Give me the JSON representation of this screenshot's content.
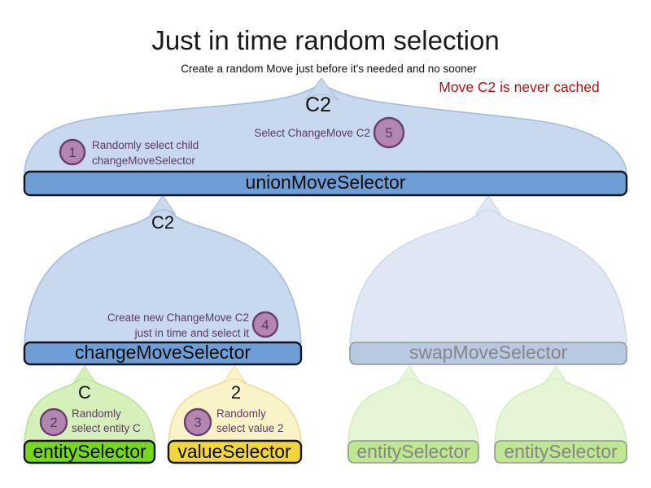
{
  "header": {
    "title": "Just in time random selection",
    "subtitle": "Create a random Move just before it's needed and no sooner"
  },
  "note": {
    "text": "Move C2 is never cached"
  },
  "selectors": {
    "union": {
      "label": "unionMoveSelector",
      "output": "C2"
    },
    "change": {
      "label": "changeMoveSelector",
      "output": "C2"
    },
    "swap": {
      "label": "swapMoveSelector"
    },
    "entity": {
      "label": "entitySelector",
      "output": "C"
    },
    "value": {
      "label": "valueSelector",
      "output": "2"
    },
    "faded_entity_1": {
      "label": "entitySelector"
    },
    "faded_entity_2": {
      "label": "entitySelector"
    }
  },
  "steps": [
    {
      "number": "1",
      "line1": "Randomly select child",
      "line2": "changeMoveSelector"
    },
    {
      "number": "2",
      "line1": "Randomly",
      "line2": "select entity C"
    },
    {
      "number": "3",
      "line1": "Randomly",
      "line2": "select value 2"
    },
    {
      "number": "4",
      "line1": "Create new ChangeMove C2",
      "line2": "just in time and select it"
    },
    {
      "number": "5",
      "line1": "Select ChangeMove C2"
    }
  ],
  "colors": {
    "mound_blue_fill": "#c8d8ee",
    "mound_blue_stroke": "#a5bcdc",
    "mound_blue_faded_fill": "#dfe7f4",
    "mound_blue_faded_stroke": "#ccd8ea",
    "bar_blue": "#6f9ed6",
    "bar_blue_faded": "#b9c9e2",
    "mound_green_fill": "#d6f0ba",
    "mound_green_stroke": "#b9e294",
    "mound_green_faded_fill": "#e6f5d6",
    "mound_green_faded_stroke": "#d5ecbf",
    "bar_green": "#76d71f",
    "bar_green_faded": "#bfe792",
    "mound_yellow_fill": "#faf3c8",
    "mound_yellow_stroke": "#ecdc95",
    "bar_yellow": "#f2d53c",
    "circle_fill": "#b286af",
    "circle_stroke": "#69406a",
    "annotation_text": "#5a3a63",
    "note_red": "#b01212",
    "outline_dark": "#14141e",
    "faded_stroke": "#8f9790",
    "faded_text": "#868686"
  }
}
